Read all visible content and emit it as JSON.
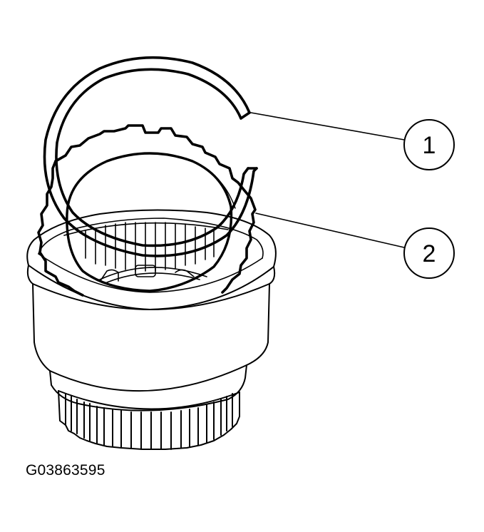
{
  "figure": {
    "id_label": "G03863595",
    "background": "#ffffff",
    "line_color": "#000000"
  },
  "callouts": [
    {
      "number": "1",
      "target": "snap-ring"
    },
    {
      "number": "2",
      "target": "backing-plate"
    }
  ]
}
